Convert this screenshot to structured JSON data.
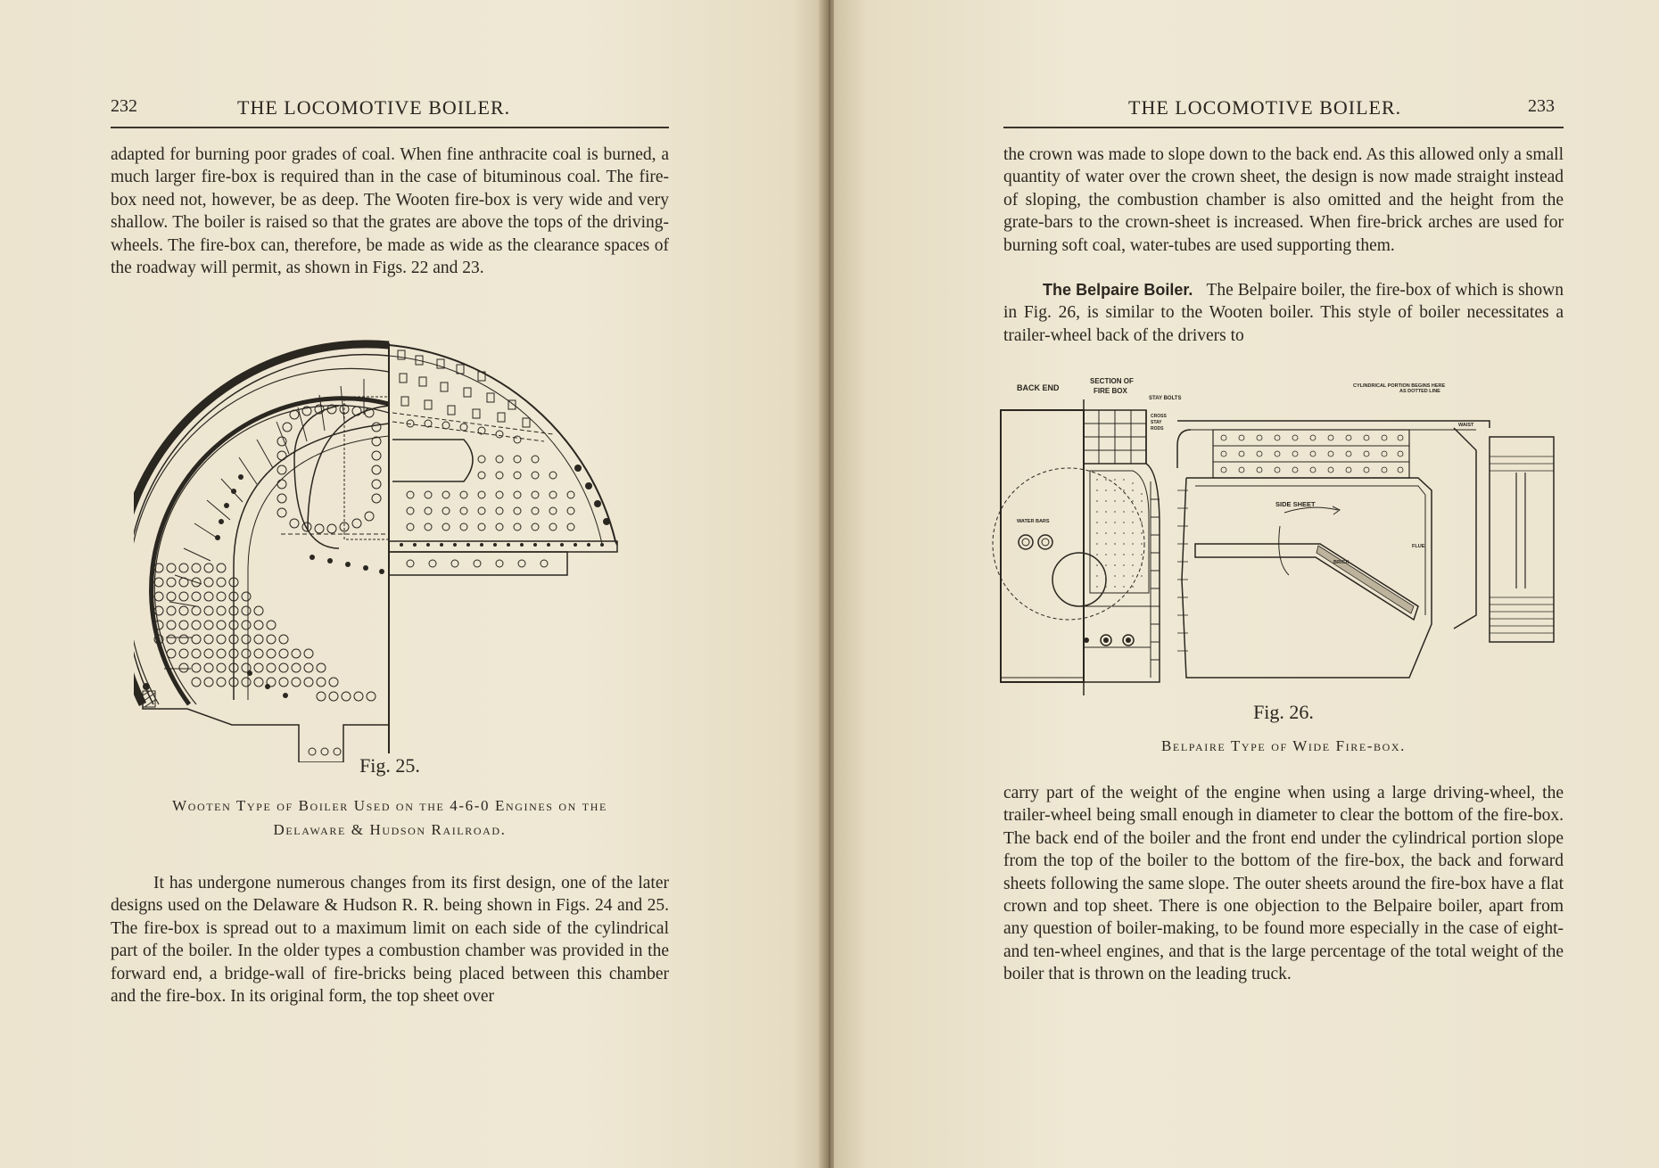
{
  "left_page": {
    "folio": "232",
    "running_head": "THE LOCOMOTIVE BOILER.",
    "top_paragraph": "adapted for burning poor grades of coal. When fine anthracite coal is burned, a much larger fire-box is required than in the case of bituminous coal. The fire-box need not, however, be as deep. The Wooten fire-box is very wide and very shallow. The boiler is raised so that the grates are above the tops of the driving-wheels. The fire-box can, therefore, be made as wide as the clearance spaces of the roadway will permit, as shown in Figs. 22 and 23.",
    "figure_label": "Fig. 25.",
    "figure_caption_line1": "Wooten Type of Boiler Used on the 4-6-0 Engines on the",
    "figure_caption_line2": "Delaware & Hudson Railroad.",
    "bottom_paragraph": "It has undergone numerous changes from its first design, one of the later designs used on the Delaware & Hudson R. R. being shown in Figs. 24 and 25. The fire-box is spread out to a maximum limit on each side of the cylindrical part of the boiler. In the older types a combustion chamber was provided in the forward end, a bridge-wall of fire-bricks being placed between this chamber and the fire-box. In its original form, the top sheet over"
  },
  "right_page": {
    "folio": "233",
    "running_head": "THE LOCOMOTIVE BOILER.",
    "top_paragraph_1": "the crown was made to slope down to the back end. As this allowed only a small quantity of water over the crown sheet, the design is now made straight instead of sloping, the combustion chamber is also omitted and the height from the grate-bars to the crown-sheet is increased. When fire-brick arches are used for burning soft coal, water-tubes are used supporting them.",
    "run_in_heading": "The Belpaire Boiler.",
    "top_paragraph_2": "The Belpaire boiler, the fire-box of which is shown in Fig. 26, is similar to the Wooten boiler. This style of boiler necessitates a trailer-wheel back of the drivers to",
    "figure_labels": {
      "back_end": "BACK END",
      "section_of": "SECTION OF",
      "fire_box": "FIRE BOX",
      "stay_bolts": "STAY BOLTS",
      "cross": "CROSS",
      "stay": "STAY",
      "rods": "RODS",
      "cylindrical_1": "CYLINDRICAL PORTION BEGINS HERE",
      "cylindrical_2": "AS DOTTED LINE",
      "waist": "WAIST",
      "side_sheet": "SIDE SHEET",
      "water_bars": "WATER BARS",
      "flue": "FLUE",
      "brick": "BRICK"
    },
    "figure_label": "Fig. 26.",
    "figure_caption": "Belpaire Type of Wide Fire-box.",
    "bottom_paragraph": "carry part of the weight of the engine when using a large driving-wheel, the trailer-wheel being small enough in diameter to clear the bottom of the fire-box. The back end of the boiler and the front end under the cylindrical portion slope from the top of the boiler to the bottom of the fire-box, the back and forward sheets following the same slope. The outer sheets around the fire-box have a flat crown and top sheet. There is one objection to the Belpaire boiler, apart from any question of boiler-making, to be found more especially in the case of eight- and ten-wheel engines, and that is the large percentage of the total weight of the boiler that is thrown on the leading truck."
  }
}
